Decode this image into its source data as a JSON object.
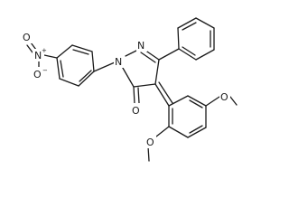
{
  "molecule": {
    "atom_labels": {
      "nitro_o_left": "O",
      "nitro_n": "N",
      "nitro_n_charge": "+",
      "nitro_o_bottom": "O",
      "nitro_o_bottom_charge": "−",
      "ring_n1": "N",
      "ring_n2": "N",
      "carbonyl_o": "O",
      "methoxy_o_right": "O",
      "methoxy_o_left": "O"
    }
  }
}
